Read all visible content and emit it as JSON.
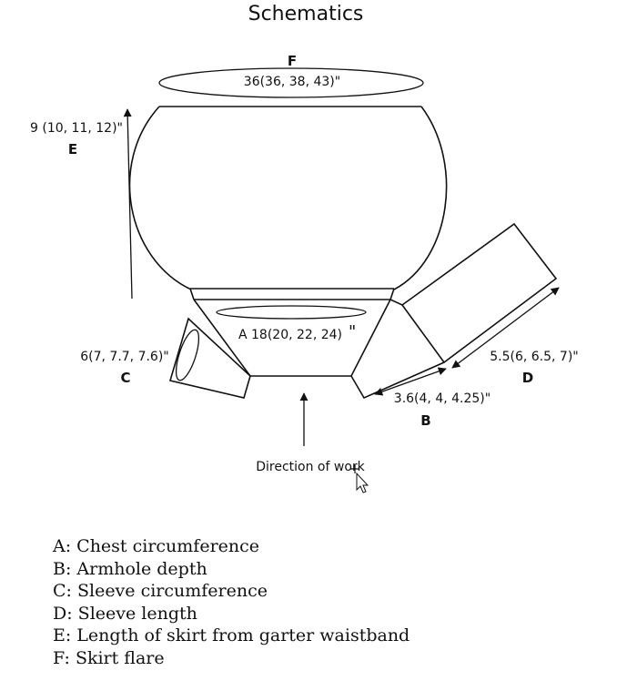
{
  "title": "Schematics",
  "labels": {
    "F_letter": "F",
    "F_value": "36(36, 38, 43)\"",
    "E_value": "9 (10, 11, 12)\"",
    "E_letter": "E",
    "A_value": "A  18(20, 22, 24)",
    "A_quote": "\"",
    "C_value": "6(7, 7.7, 7.6)\"",
    "C_letter": "C",
    "D_value": "5.5(6, 6.5, 7)\"",
    "D_letter": "D",
    "B_value": "3.6(4, 4, 4.25)\"",
    "B_letter": "B",
    "direction": "Direction of work"
  },
  "legend": [
    "A: Chest circumference",
    "B: Armhole depth",
    "C: Sleeve circumference",
    "D: Sleeve length",
    "E: Length of skirt from garter waistband",
    "F: Skirt flare"
  ]
}
